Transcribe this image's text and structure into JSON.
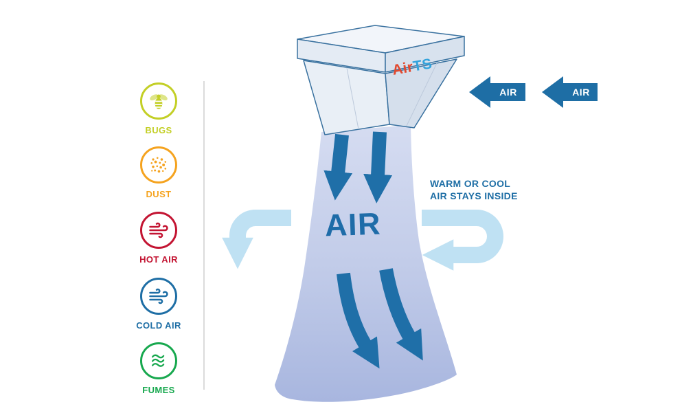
{
  "page": {
    "background": "#FFFFFF",
    "description": "air-curtain-benefits-infographic"
  },
  "hazards": {
    "items": [
      {
        "id": "bugs",
        "label": "BUGS",
        "color": "#C3CF26",
        "icon": "bee-icon"
      },
      {
        "id": "dust",
        "label": "DUST",
        "color": "#F5A31F",
        "icon": "dust-icon"
      },
      {
        "id": "hot-air",
        "label": "HOT AIR",
        "color": "#C31432",
        "icon": "wind-icon"
      },
      {
        "id": "cold-air",
        "label": "COLD AIR",
        "color": "#1E6EA5",
        "icon": "wind-icon"
      },
      {
        "id": "fumes",
        "label": "FUMES",
        "color": "#17A84E",
        "icon": "fumes-icon"
      }
    ]
  },
  "unit": {
    "brand": {
      "part1": "Air",
      "part2": "TS",
      "part1_color": "#E2492F",
      "part2_color": "#33A3DC"
    }
  },
  "airflow": {
    "column_label": "AIR",
    "intake_arrow_labels": [
      "AIR",
      "AIR"
    ],
    "note": {
      "line1": "WARM OR COOL",
      "line2": "AIR STAYS INSIDE"
    }
  },
  "colors": {
    "outline_blue": "#39719F",
    "arrow_dark_blue": "#1F6FA8",
    "arrow_light_blue": "#BFE1F3",
    "text_blue": "#1E6EA5",
    "column_gradient_top": "#D5DCF1",
    "column_gradient_bottom": "#A8B6DF",
    "divider_gray": "#DBDBDB"
  }
}
